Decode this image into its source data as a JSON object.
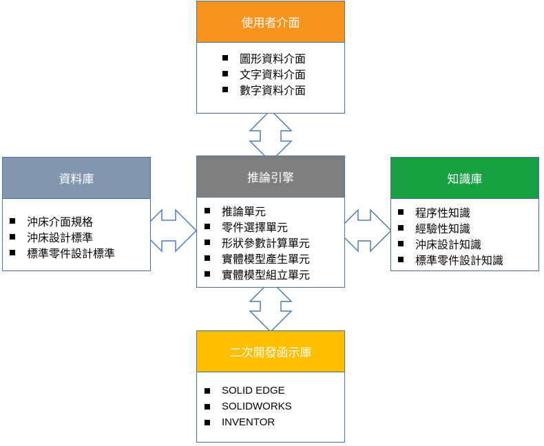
{
  "colors": {
    "border": "#4a6fa5",
    "ui_header": "#f7941d",
    "db_header": "#8497b0",
    "engine_header": "#7f7f7f",
    "kb_header": "#17a142",
    "dev_header": "#ffbf00",
    "arrow_stroke": "#4a7bb7"
  },
  "ui": {
    "title": "使用者介面",
    "items": [
      "圖形資料介面",
      "文字資料介面",
      "數字資料介面"
    ]
  },
  "database": {
    "title": "資料庫",
    "items": [
      "沖床介面規格",
      "沖床設計標準",
      "標準零件設計標準"
    ]
  },
  "engine": {
    "title": "推論引擎",
    "items": [
      "推論單元",
      "零件選擇單元",
      "形狀參數計算單元",
      "實體模型產生單元",
      "實體模型組立單元"
    ]
  },
  "knowledge": {
    "title": "知識庫",
    "items": [
      "程序性知識",
      "經驗性知識",
      "沖床設計知識",
      "標準零件設計知識"
    ]
  },
  "devlib": {
    "title": "二次開發函示庫",
    "items": [
      "SOLID EDGE",
      "SOLIDWORKS",
      "INVENTOR"
    ]
  }
}
